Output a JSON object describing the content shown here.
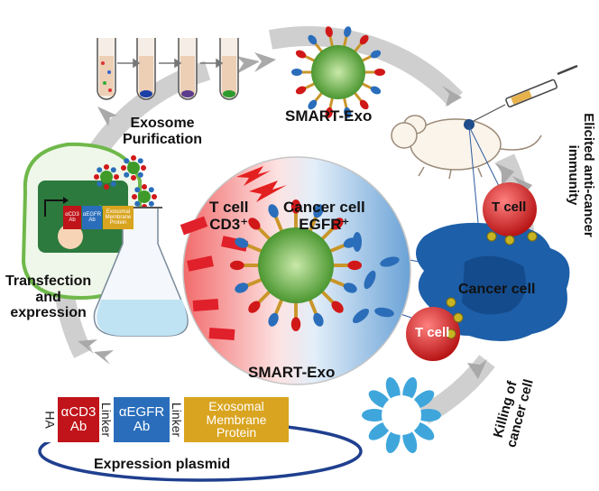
{
  "labels": {
    "exosome_purification": [
      "Exosome",
      "Purification"
    ],
    "smart_exo_top": "SMART-Exo",
    "smart_exo_center": "SMART-Exo",
    "tcell_cd3_line1": "T cell",
    "tcell_cd3_line2": "CD3⁺",
    "cancer_egfr_line1": "Cancer cell",
    "cancer_egfr_line2": "EGFR⁺",
    "transfection": [
      "Transfection",
      "and",
      "expression"
    ],
    "t_cell_upper": "T cell",
    "t_cell_lower": "T cell",
    "cancer_cell": "Cancer cell",
    "elicited_line1": "Elicited anti-cancer",
    "elicited_line2": "immunity",
    "killing_line1": "Killing of",
    "killing_line2": "cancer cell",
    "expression_plasmid": "Expression plasmid"
  },
  "plasmid": {
    "ha": "HA",
    "acd3": [
      "αCD3",
      "Ab"
    ],
    "linker1": "Linker",
    "aegfr": [
      "αEGFR",
      "Ab"
    ],
    "linker2": "Linker",
    "exosomal": [
      "Exosomal",
      "Membrane",
      "Protein"
    ]
  },
  "cell_box": {
    "acd3": [
      "αCD3",
      "Ab"
    ],
    "aegfr": [
      "αEGFR",
      "Ab"
    ],
    "exosomal": [
      "Exosomal",
      "Membrane",
      "Protein"
    ]
  },
  "colors": {
    "cycle_arrow": "#c8c8c8",
    "acd3": "#c0141a",
    "aegfr": "#2a6ebb",
    "exosomal": "#d9a41f",
    "t_cell": "#d11818",
    "cancer_cell": "#1d5fa8",
    "exo_core": "#3f9a2a",
    "plasmid_ring": "#1f3f8f"
  },
  "icons": [
    "test-tube-icon",
    "mouse-icon",
    "syringe-icon",
    "flask-icon",
    "lightning-icon"
  ]
}
